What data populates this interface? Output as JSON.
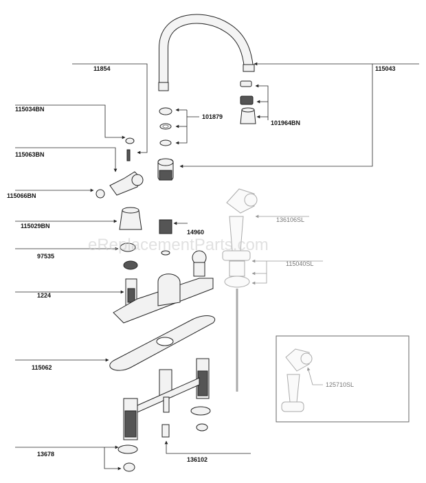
{
  "watermark": "eReplacementParts.com",
  "labels": {
    "p11854": "11854",
    "p115043": "115043",
    "p115034BN": "115034BN",
    "p101879": "101879",
    "p101964BN": "101964BN",
    "p115063BN": "115063BN",
    "p115066BN": "115066BN",
    "p115029BN": "115029BN",
    "p14960": "14960",
    "p136106SL": "136106SL",
    "p97535": "97535",
    "p115040SL": "115040SL",
    "p1224": "1224",
    "p115062": "115062",
    "p125710SL": "125710SL",
    "p13678": "13678",
    "p136102": "136102"
  }
}
